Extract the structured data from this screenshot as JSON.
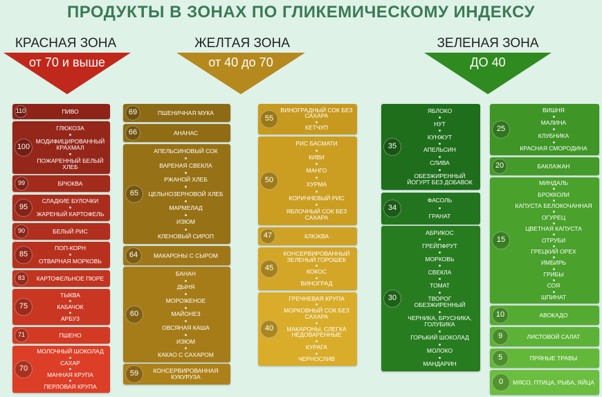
{
  "title": "ПРОДУКТЫ В ЗОНАХ ПО ГЛИКЕМИЧЕСКОМУ ИНДЕКСУ",
  "zones": {
    "red": {
      "label": "КРАСНАЯ ЗОНА",
      "range": "от 70 и выше",
      "color": "#c0281c"
    },
    "yellow": {
      "label": "ЖЕЛТАЯ ЗОНА",
      "range": "от 40 до 70",
      "color": "#b5891e"
    },
    "green": {
      "label": "ЗЕЛЕНАЯ ЗОНА",
      "range": "ДО 40",
      "color": "#2f8a1f"
    }
  },
  "columns": [
    {
      "id": "red",
      "groups": [
        {
          "gi": "110",
          "items": [
            "ПИВО"
          ],
          "color": "#8e2418"
        },
        {
          "gi": "100",
          "items": [
            "ГЛЮКОЗА",
            "МОДИФИЦИРОВАННЫЙ КРАХМАЛ",
            "ПОЖАРЕННЫЙ БЕЛЫЙ ХЛЕБ"
          ],
          "color": "#95271a"
        },
        {
          "gi": "99",
          "items": [
            "БРЮКВА"
          ],
          "color": "#a22b1c"
        },
        {
          "gi": "95",
          "items": [
            "СЛАДКИЕ БУЛОЧКИ",
            "ЖАРЕНЫЙ КАРТОФЕЛЬ"
          ],
          "color": "#a92d1d"
        },
        {
          "gi": "90",
          "items": [
            "БЕЛЫЙ РИС"
          ],
          "color": "#b02f1e"
        },
        {
          "gi": "85",
          "items": [
            "ПОП-КОРН",
            "ОТВАРНАЯ МОРКОВЬ"
          ],
          "color": "#b8311f"
        },
        {
          "gi": "83",
          "items": [
            "КАРТОФЕЛЬНОЕ ПЮРЕ"
          ],
          "color": "#c03420"
        },
        {
          "gi": "75",
          "items": [
            "ТЫКВА",
            "КАБАЧОК",
            "АРБУЗ"
          ],
          "color": "#c93722"
        },
        {
          "gi": "71",
          "items": [
            "ПШЕНО"
          ],
          "color": "#d23a24"
        },
        {
          "gi": "70",
          "items": [
            "МОЛОЧНЫЙ ШОКОЛАД",
            "САХАР",
            "МАННАЯ КРУПА",
            "ПЕРЛОВАЯ КРУПА"
          ],
          "color": "#dc3e27"
        }
      ]
    },
    {
      "id": "yellow1",
      "groups": [
        {
          "gi": "69",
          "items": [
            "ПШЕНИЧНАЯ МУКА"
          ],
          "color": "#8d6a14"
        },
        {
          "gi": "66",
          "items": [
            "АНАНАС"
          ],
          "color": "#906c15"
        },
        {
          "gi": "65",
          "items": [
            "АПЕЛЬСИНОВЫЙ СОК",
            "ВАРЕНАЯ СВЕКЛА",
            "РЖАНОЙ ХЛЕБ",
            "ЦЕЛЬНОЗЕРНОВОЙ ХЛЕБ",
            "МАРМЕЛАД",
            "ИЗЮМ",
            "КЛЕНОВЫЙ СИРОП"
          ],
          "color": "#977116"
        },
        {
          "gi": "64",
          "items": [
            "МАКАРОНЫ С СЫРОМ"
          ],
          "color": "#9f7718"
        },
        {
          "gi": "60",
          "items": [
            "БАНАН",
            "ДЫНЯ",
            "МОРОЖЕНОЕ",
            "МАЙОНЕЗ",
            "ОВСЯНАЯ КАША",
            "ИЗЮМ",
            "КАКАО С САХАРОМ"
          ],
          "color": "#a67c19"
        },
        {
          "gi": "59",
          "items": [
            "КОНСЕРВИРОВАННАЯ КУКУРУЗА"
          ],
          "color": "#ad811a"
        }
      ]
    },
    {
      "id": "yellow2",
      "groups": [
        {
          "gi": "55",
          "items": [
            "ВИНОГРАДНЫЙ СОК БЕЗ САХАРА",
            "КЕТЧУП"
          ],
          "color": "#c79a1f"
        },
        {
          "gi": "50",
          "items": [
            "РИС БАСМАТИ",
            "КИВИ",
            "МАНГО",
            "ХУРМА",
            "КОРИЧНЕВЫЙ РИС",
            "ЯБЛОЧНЫЙ СОК БЕЗ САХАРА"
          ],
          "color": "#cb9e22"
        },
        {
          "gi": "47",
          "items": [
            "КЛЮКВА"
          ],
          "color": "#cfa225"
        },
        {
          "gi": "45",
          "items": [
            "КОНСЕРВИРОВАННЫЙ ЗЕЛЕНЫЙ ГОРОШЕК",
            "КОКОС",
            "ВИНОГРАД"
          ],
          "color": "#d3a627"
        },
        {
          "gi": "40",
          "items": [
            "ГРЕЧНЕВАЯ КРУПА",
            "МОРКОВНЫЙ СОК БЕЗ САХАРА",
            "МАКАРОНЫ, СЛЕГКА НЕДОВАРЕННЫЕ",
            "КУРАГА",
            "ЧЕРНОСЛИВ"
          ],
          "color": "#d9ac2a"
        }
      ]
    },
    {
      "id": "green1",
      "groups": [
        {
          "gi": "35",
          "items": [
            "ЯБЛОКО",
            "НУТ",
            "КУНЖУТ",
            "АПЕЛЬСИН",
            "СЛИВА",
            "ОБЕЗЖИРЕННЫЙ ЙОГУРТ БЕЗ ДОБАВОК"
          ],
          "color": "#1f6e1c"
        },
        {
          "gi": "34",
          "items": [
            "ФАСОЛЬ",
            "ГРАНАТ"
          ],
          "color": "#23741e"
        },
        {
          "gi": "30",
          "items": [
            "АБРИКОС",
            "ГРЕЙПФРУТ",
            "МОРКОВЬ",
            "СВЕКЛА",
            "ТОМАТ",
            "ТВОРОГ ОБЕЗЖИРЕННЫЙ",
            "ЧЕРНИКА, БРУСНИКА, ГОЛУБИКА",
            "ГОРЬКИЙ ШОКОЛАД",
            "МОЛОКО",
            "МАНДАРИН"
          ],
          "color": "#277c20"
        }
      ]
    },
    {
      "id": "green2",
      "groups": [
        {
          "gi": "25",
          "items": [
            "ВИШНЯ",
            "МАЛИНА",
            "КЛУБНИКА",
            "КРАСНАЯ СМОРОДИНА"
          ],
          "color": "#3f9627"
        },
        {
          "gi": "20",
          "items": [
            "БАКЛАЖАН"
          ],
          "color": "#449b29"
        },
        {
          "gi": "15",
          "items": [
            "МИНДАЛЬ",
            "БРОККОЛИ",
            "КАПУСТА БЕЛОКОЧАННАЯ",
            "ОГУРЕЦ",
            "ЦВЕТНАЯ КАПУСТА",
            "ОТРУБИ",
            "ГРЕЦКИЙ ОРЕХ",
            "ИМБИРЬ",
            "ГРИБЫ",
            "СОЯ",
            "ШПИНАТ"
          ],
          "color": "#4aa12c"
        },
        {
          "gi": "10",
          "items": [
            "АВОКАДО"
          ],
          "color": "#55ab32"
        },
        {
          "gi": "9",
          "items": [
            "ЛИСТОВОЙ САЛАТ"
          ],
          "color": "#5cb236"
        },
        {
          "gi": "5",
          "items": [
            "ПРЯНЫЕ ТРАВЫ"
          ],
          "color": "#63b83a"
        },
        {
          "gi": "0",
          "items": [
            "МЯСО, ПТИЦА, РЫБА, ЯЙЦА"
          ],
          "color": "#6bbe3f"
        }
      ]
    }
  ]
}
